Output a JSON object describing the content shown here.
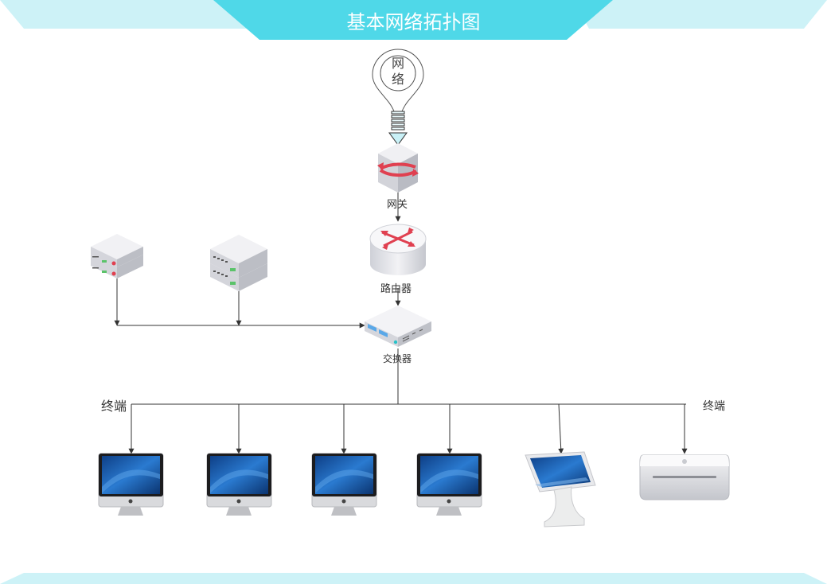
{
  "title": "基本网络拓扑图",
  "nodes": {
    "cloud": "网络",
    "gateway": "网关",
    "router": "路由器",
    "switch": "交换器"
  },
  "labels": {
    "terminal_left": "终端",
    "terminal_right": "终端"
  },
  "colors": {
    "banner": "#4fd8e8",
    "banner_light": "#cdf2f7",
    "line": "#333333",
    "accent_red": "#e04050",
    "screen_blue": "#1d5fa8"
  }
}
